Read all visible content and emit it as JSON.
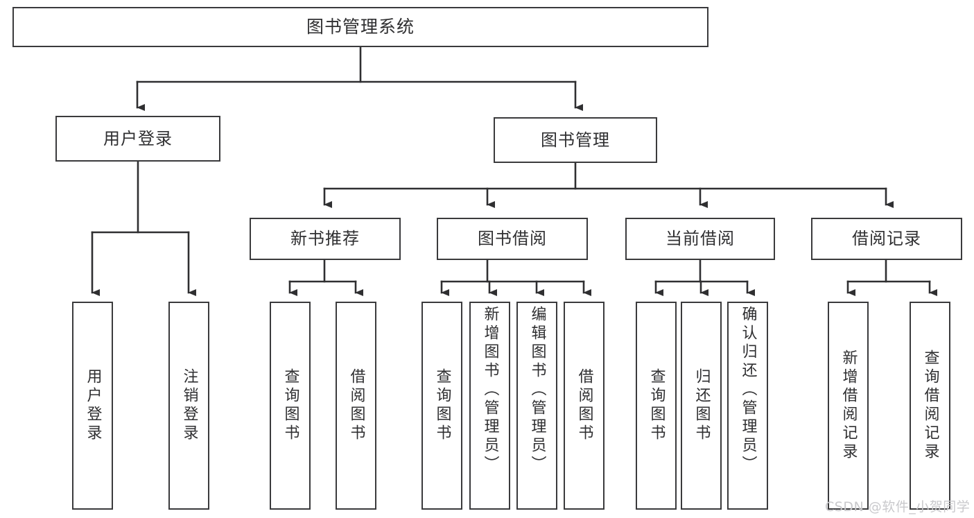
{
  "diagram": {
    "title": "图书管理系统",
    "type": "hierarchy-tree",
    "stroke_color": "#3a3a3c",
    "text_color": "#2f2f31",
    "background": "#ffffff"
  },
  "nodes": {
    "root": {
      "label": "图书管理系统"
    },
    "level2": [
      {
        "label": "用户登录"
      },
      {
        "label": "图书管理"
      }
    ],
    "level3": [
      {
        "label": "新书推荐"
      },
      {
        "label": "图书借阅"
      },
      {
        "label": "当前借阅"
      },
      {
        "label": "借阅记录"
      }
    ],
    "leaves": {
      "user_login": [
        {
          "label": "用户登录"
        },
        {
          "label": "注销登录"
        }
      ],
      "new_book_recommend": [
        {
          "label": "查询图书"
        },
        {
          "label": "借阅图书"
        }
      ],
      "book_borrow": [
        {
          "label": "查询图书"
        },
        {
          "label": "新增图书（管理员）"
        },
        {
          "label": "编辑图书（管理员）"
        },
        {
          "label": "借阅图书"
        }
      ],
      "current_borrow": [
        {
          "label": "查询图书"
        },
        {
          "label": "归还图书"
        },
        {
          "label": "确认归还（管理员）"
        }
      ],
      "borrow_record": [
        {
          "label": "新增借阅记录"
        },
        {
          "label": "查询借阅记录"
        }
      ]
    }
  },
  "watermark": {
    "text": "CSDN @软件_小贺同学"
  }
}
